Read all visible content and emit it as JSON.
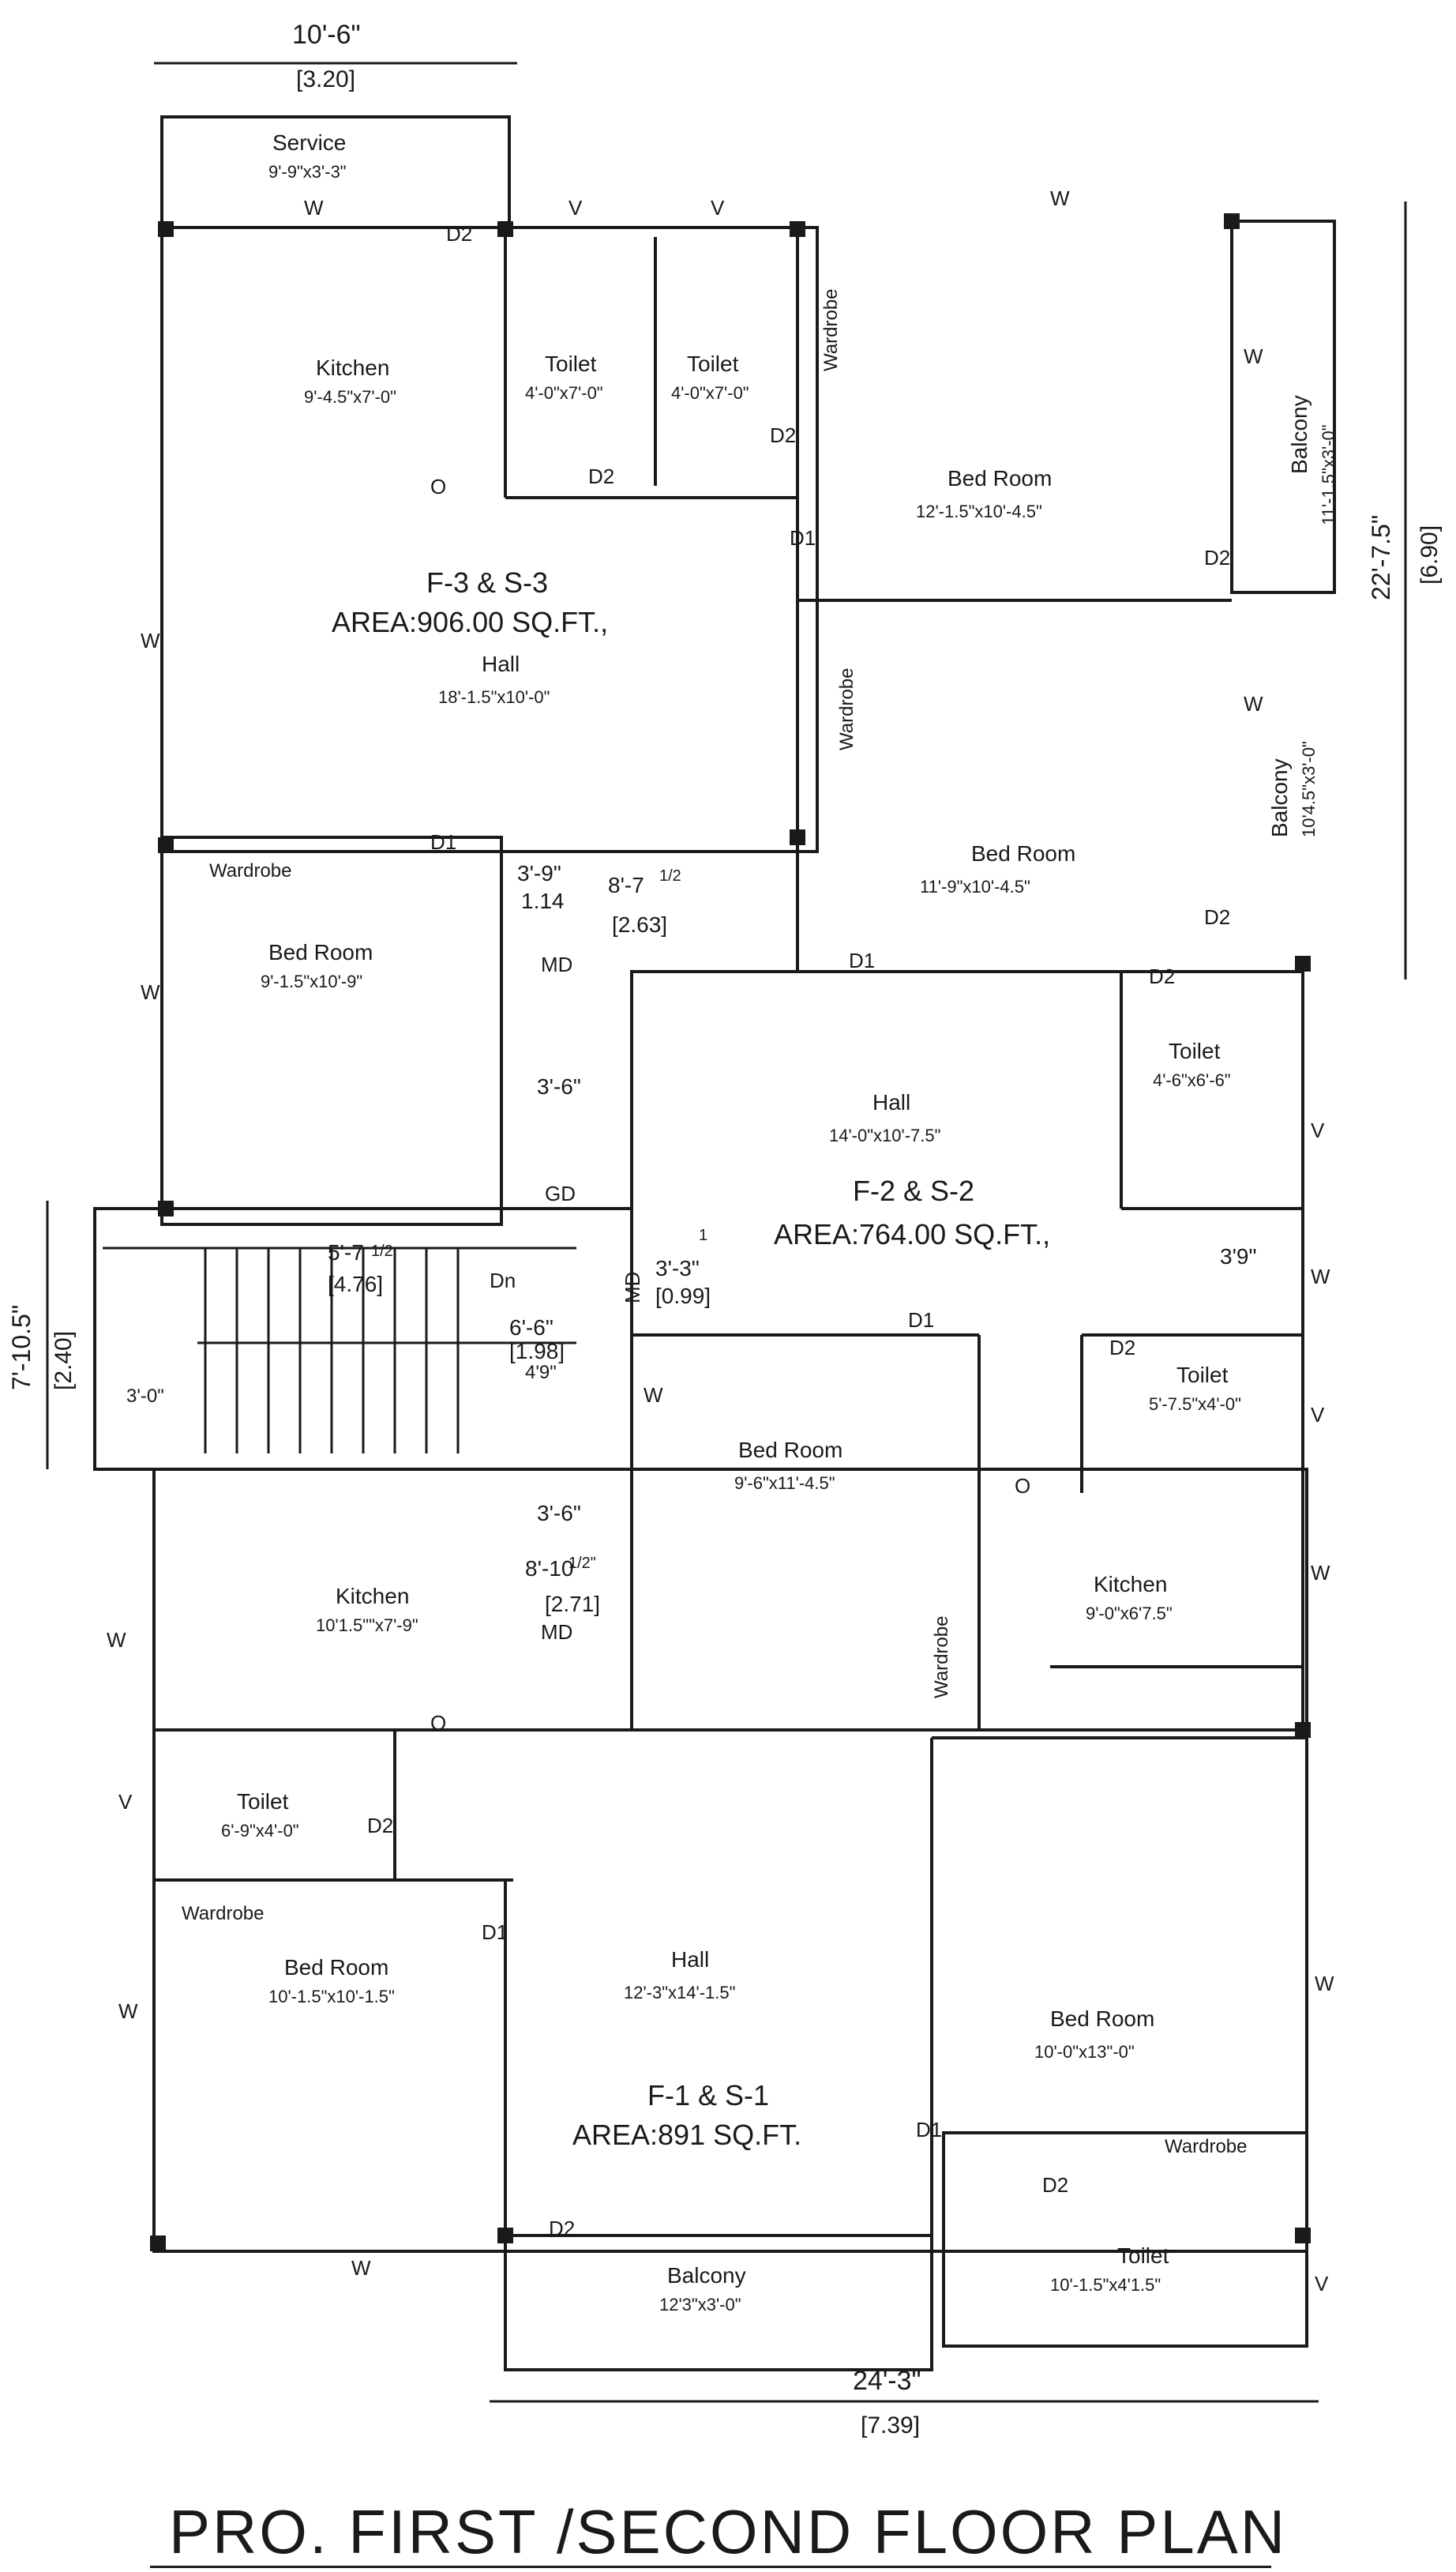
{
  "title": "PRO. FIRST /SECOND FLOOR PLAN",
  "dimensions": {
    "top_width_ft": "10'-6\"",
    "top_width_m": "[3.20]",
    "right_height_ft": "22'-7.5\"",
    "right_height_m": "[6.90]",
    "left_stair_ft": "7'-10.5\"",
    "left_stair_m": "[2.40]",
    "bottom_width_ft": "24'-3\"",
    "bottom_width_m": "[7.39]"
  },
  "flats": [
    {
      "name": "F-3 & S-3",
      "area": "AREA:906.00 SQ.FT.,"
    },
    {
      "name": "F-2 & S-2",
      "area": "AREA:764.00 SQ.FT.,"
    },
    {
      "name": "F-1 & S-1",
      "area": "AREA:891 SQ.FT."
    }
  ],
  "rooms": [
    {
      "name": "Service",
      "size": "9'-9\"x3'-3\""
    },
    {
      "name": "Kitchen",
      "size": "9'-4.5\"x7'-0\""
    },
    {
      "name": "Toilet",
      "size": "4'-0\"x7'-0\""
    },
    {
      "name": "Toilet",
      "size": "4'-0\"x7'-0\""
    },
    {
      "name": "Bed Room",
      "size": "12'-1.5\"x10'-4.5\""
    },
    {
      "name": "Balcony",
      "size": "11'-1.5\"x3'-0\""
    },
    {
      "name": "Hall",
      "size": "18'-1.5\"x10'-0\""
    },
    {
      "name": "Bed Room",
      "size": "11'-9\"x10'-4.5\""
    },
    {
      "name": "Balcony",
      "size": "10'4.5\"x3'-0\""
    },
    {
      "name": "Bed Room",
      "size": "9'-1.5\"x10'-9\""
    },
    {
      "name": "Hall",
      "size": "14'-0\"x10'-7.5\""
    },
    {
      "name": "Toilet",
      "size": "4'-6\"x6'-6\""
    },
    {
      "name": "Toilet",
      "size": "5'-7.5\"x4'-0\""
    },
    {
      "name": "Bed Room",
      "size": "9'-6\"x11'-4.5\""
    },
    {
      "name": "Kitchen",
      "size": "9'-0\"x6'7.5\""
    },
    {
      "name": "Kitchen",
      "size": "10'1.5\"\"x7'-9\""
    },
    {
      "name": "Toilet",
      "size": "6'-9\"x4'-0\""
    },
    {
      "name": "Bed Room",
      "size": "10'-1.5\"x10'-1.5\""
    },
    {
      "name": "Hall",
      "size": "12'-3\"x14'-1.5\""
    },
    {
      "name": "Bed Room",
      "size": "10'-0\"x13\"-0\""
    },
    {
      "name": "Toilet",
      "size": "10'-1.5\"x4'1.5\""
    },
    {
      "name": "Balcony",
      "size": "12'3\"x3'-0\""
    }
  ],
  "wardrobe_label": "Wardrobe",
  "labels": {
    "window": "W",
    "vent": "V",
    "door1": "D1",
    "door2": "D2",
    "main_door": "MD",
    "grill_door": "GD",
    "down": "Dn",
    "column": "O"
  },
  "stair_dims": [
    {
      "ft": "3'-9\"",
      "m": "1.14"
    },
    {
      "ft": "8'-7",
      "m": "[2.63]",
      "frac": "1/2"
    },
    {
      "ft": "3'-6\""
    },
    {
      "ft": "5'-7",
      "m": "[4.76]",
      "frac": "1/2"
    },
    {
      "ft": "3'-3\"",
      "m": "[0.99]",
      "frac": "1"
    },
    {
      "ft": "6'-6\"",
      "m": "[1.98]"
    },
    {
      "ft": "4'9\""
    },
    {
      "ft": "3'-0\""
    },
    {
      "ft": "3'-6\""
    },
    {
      "ft": "8'-10",
      "m": "[2.71]",
      "frac": "1/2\""
    },
    {
      "ft": "3'9\""
    }
  ]
}
